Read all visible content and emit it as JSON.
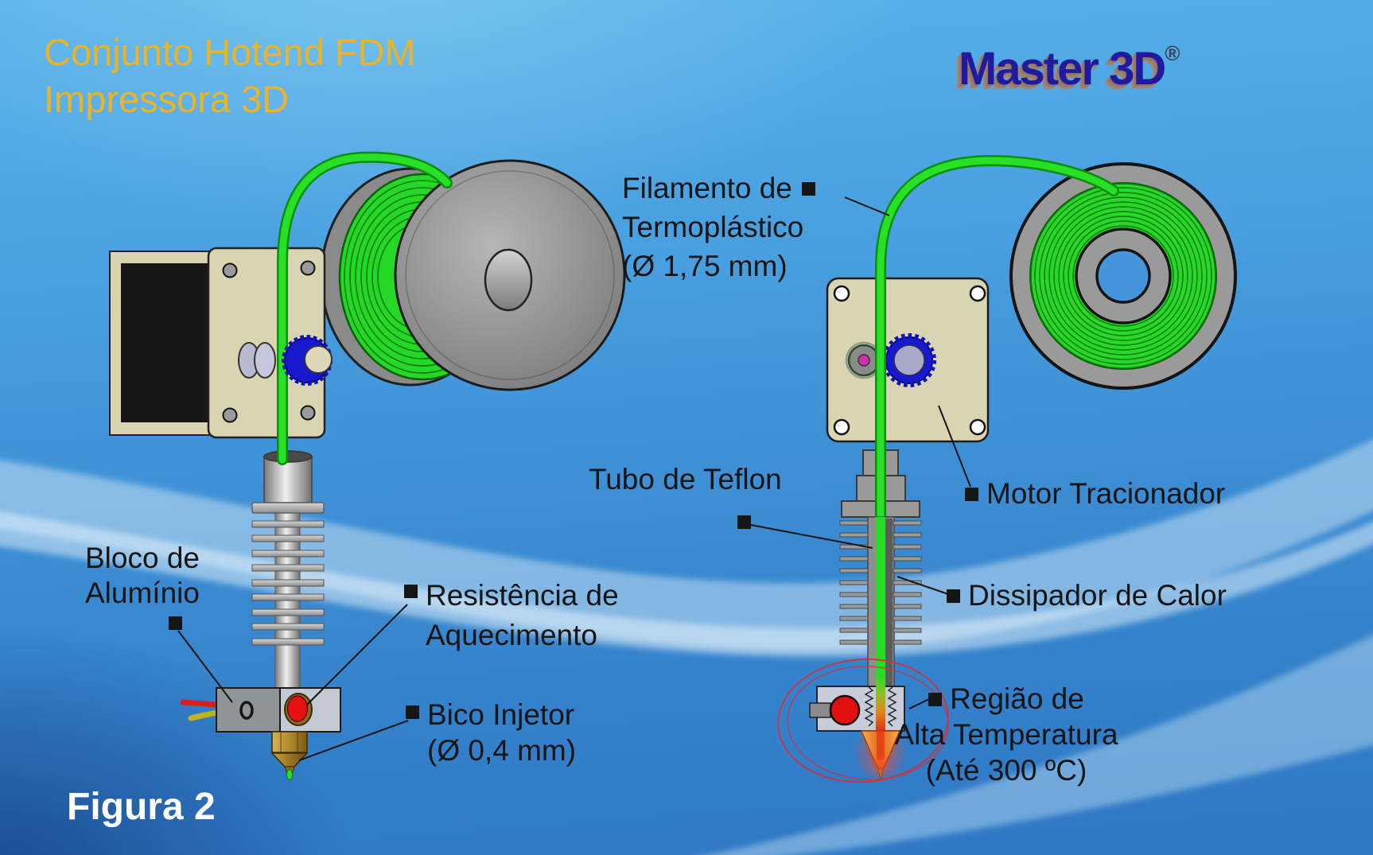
{
  "slide": {
    "title_line1": "Conjunto Hotend FDM",
    "title_line2": "Impressora 3D",
    "figure_caption": "Figura 2",
    "logo_text": "Master 3D",
    "logo_registered": "®"
  },
  "labels": {
    "filamento": {
      "line1": "Filamento de",
      "line2": "Termoplástico",
      "line3": "(Ø 1,75 mm)"
    },
    "tubo": "Tubo de Teflon",
    "motor": "Motor Tracionador",
    "dissipador": "Dissipador de Calor",
    "bloco": {
      "line1": "Bloco de",
      "line2": "Alumínio"
    },
    "resistencia": {
      "line1": "Resistência de",
      "line2": "Aquecimento"
    },
    "bico": {
      "line1": "Bico Injetor",
      "line2": "(Ø 0,4 mm)"
    },
    "regiao": {
      "line1": "Região de",
      "line2": "Alta Temperatura",
      "line3": "(Até 300 ºC)"
    }
  },
  "colors": {
    "background_top": "#5ab3ea",
    "background_bottom": "#2e76c4",
    "title_yellow": "#e9b42c",
    "caption_white": "#ffffff",
    "label_black": "#151515",
    "logo_navy": "#201a9e",
    "logo_extrude_brown": "#9c8071",
    "filament_green": "#29e029",
    "filament_green_dark": "#0b8f0b",
    "spool_gray": "#9a9a9a",
    "motor_plate_cream": "#d9d5b3",
    "gear_blue": "#1818cc",
    "idler_magenta": "#cc33aa",
    "heater_red": "#e01010",
    "nozzle_brass": "#caa23a",
    "hot_orange": "#e6611e",
    "sketch_ellipse_red": "#cc3340"
  }
}
